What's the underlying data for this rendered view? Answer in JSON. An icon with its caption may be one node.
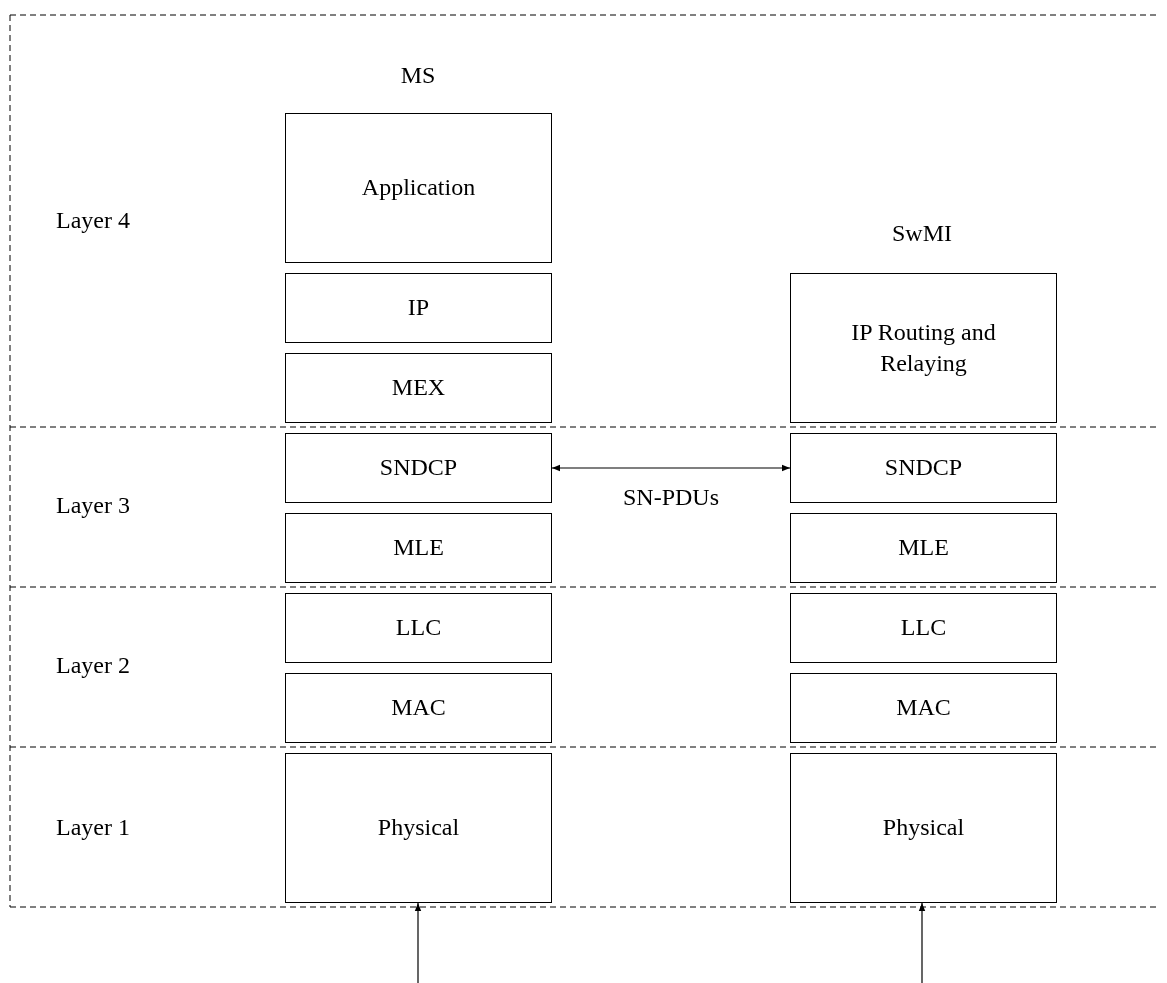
{
  "diagram": {
    "nodes": [
      {
        "text": [
          "Application"
        ]
      },
      {
        "text": [
          "IP"
        ]
      },
      {
        "text": [
          "IP Routing and Relaying"
        ]
      },
      {
        "text": [
          "MEX"
        ]
      },
      {
        "text": [
          "SNDCP"
        ]
      },
      {
        "text": [
          "SNDCP"
        ]
      },
      {
        "text": [
          "MLE"
        ]
      },
      {
        "text": [
          "MLE"
        ]
      },
      {
        "text": [
          "LLC"
        ]
      },
      {
        "text": [
          "LLC"
        ]
      },
      {
        "text": [
          "MAC"
        ]
      },
      {
        "text": [
          "MAC"
        ]
      },
      {
        "text": [
          "Physical"
        ]
      },
      {
        "text": [
          "Physical"
        ]
      }
    ],
    "edges": [
      {
        "from": 4,
        "to": 5,
        "arrow": "both",
        "label": "SN-PDUs"
      },
      {
        "from": null,
        "to": 12,
        "arrow": "to"
      },
      {
        "from": null,
        "to": 13,
        "arrow": "to"
      }
    ],
    "labels": [
      "MS",
      "Layer 4",
      "SwMI",
      "Layer 3",
      "Layer 2",
      "Layer 1"
    ]
  }
}
